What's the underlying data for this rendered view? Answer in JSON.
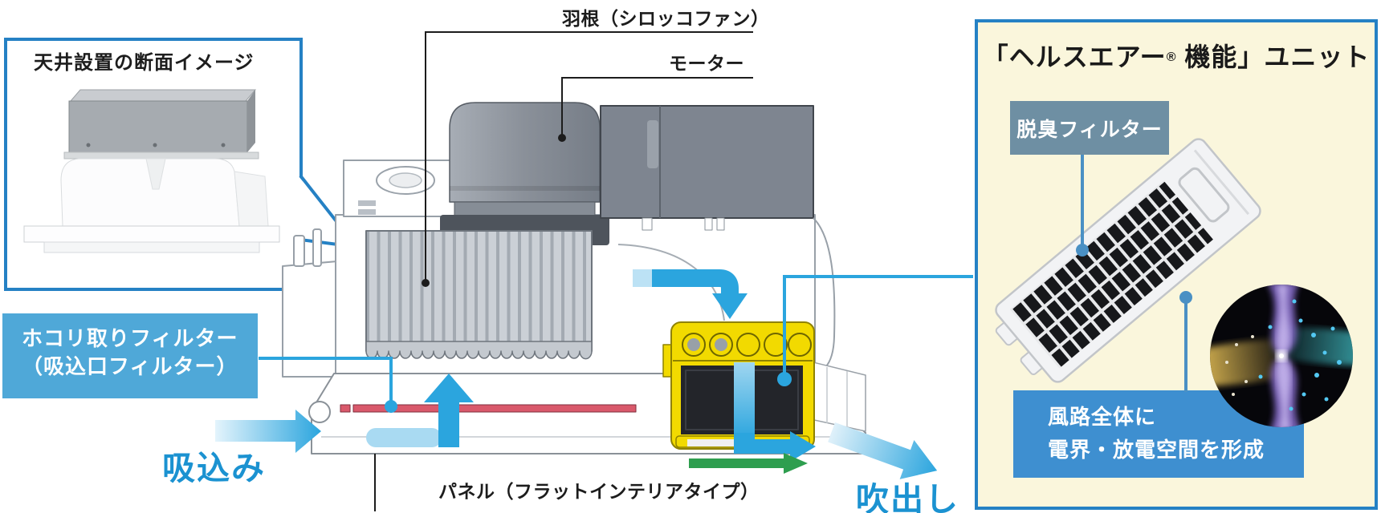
{
  "ceiling_callout": {
    "title": "天井設置の断面イメージ"
  },
  "main_diagram": {
    "fan_blade_label": "羽根（シロッコファン）",
    "motor_label": "モーター",
    "dust_filter_label_line1": "ホコリ取りフィルター",
    "dust_filter_label_line2": "（吸込口フィルター）",
    "panel_label": "パネル（フラットインテリアタイプ）",
    "intake_label": "吸込み",
    "outlet_label": "吹出し"
  },
  "health_air_panel": {
    "title": {
      "prefix": "「ヘルスエアー",
      "registered_mark": "®",
      "suffix": " 機能」ユニット"
    },
    "deodorizing_filter_label": "脱臭フィルター",
    "description": {
      "line1": "風路全体に",
      "line2": "電界・放電空間を形成"
    }
  },
  "colors": {
    "callout_border_blue": "#2581c4",
    "flow_arrow_blue": "#2ba5de",
    "flow_text_blue": "#1b92d1",
    "dust_label_box_blue": "#4fa8d8",
    "deodorizing_label_slate": "#6e8fa3",
    "description_box_blue": "#3e8fd0",
    "panel_cream": "#faf6dc",
    "filter_highlight_red": "#d9596b",
    "unit_yellow": "#f2da00",
    "flow_green": "#2e9e4f"
  }
}
